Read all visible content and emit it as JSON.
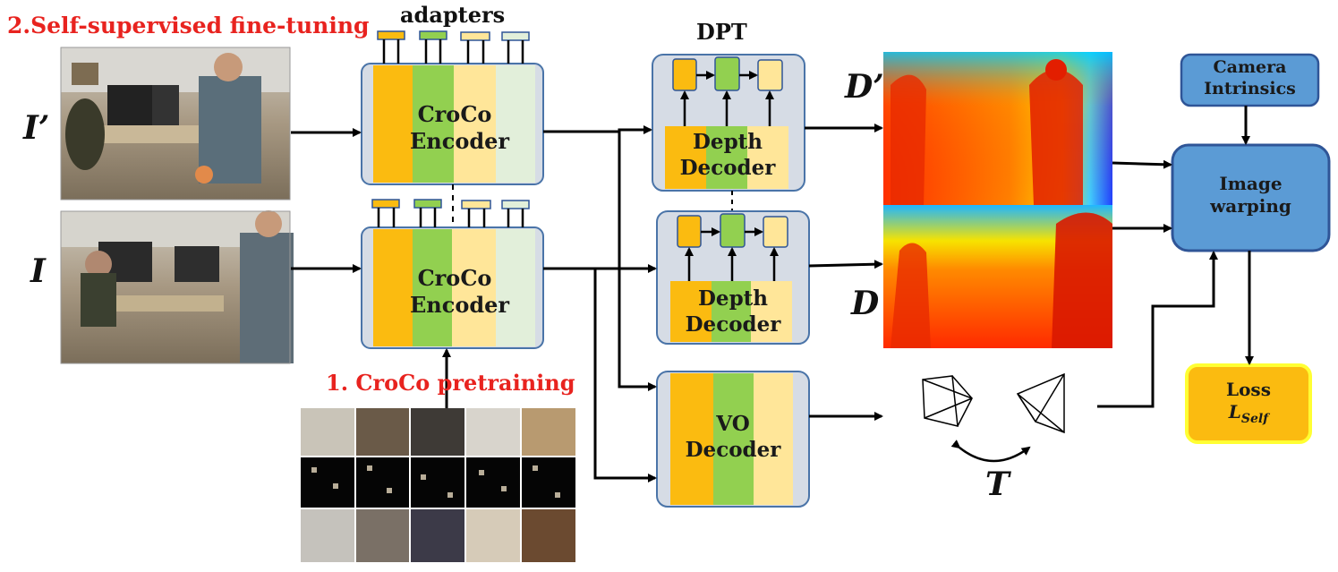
{
  "titles": {
    "fine_tuning": "2.Self-supervised fine-tuning",
    "pretraining": "1. CroCo pretraining",
    "adapters": "adapters",
    "dpt": "DPT"
  },
  "inputs": {
    "i_prime": "I’",
    "i": "I"
  },
  "encoders": {
    "top": {
      "line1": "CroCo",
      "line2": "Encoder"
    },
    "bottom": {
      "line1": "CroCo",
      "line2": "Encoder"
    }
  },
  "decoders": {
    "depth_top": {
      "line1": "Depth",
      "line2": "Decoder"
    },
    "depth_bottom": {
      "line1": "Depth",
      "line2": "Decoder"
    },
    "vo": {
      "line1": "VO",
      "line2": "Decoder"
    }
  },
  "outputs": {
    "d_prime": "D’",
    "d": "D",
    "t": "T"
  },
  "camera": {
    "line1": "Camera",
    "line2": "Intrinsics"
  },
  "warp": {
    "line1": "Image",
    "line2": "warping"
  },
  "loss": {
    "line1": "Loss",
    "symbol": "L",
    "subscript": "Self"
  },
  "colors": {
    "orange": "#fbbb10",
    "green": "#92d050",
    "light_yellow": "#ffe699",
    "light_green": "#e2efda",
    "panel": "#d6dce5",
    "panel_border": "#4a74a8",
    "blue_box": "#5b9bd5",
    "blue_border": "#2f5597",
    "loss_fill": "#fbbb10",
    "loss_border": "#ffff33",
    "title_red": "#e8231f"
  }
}
